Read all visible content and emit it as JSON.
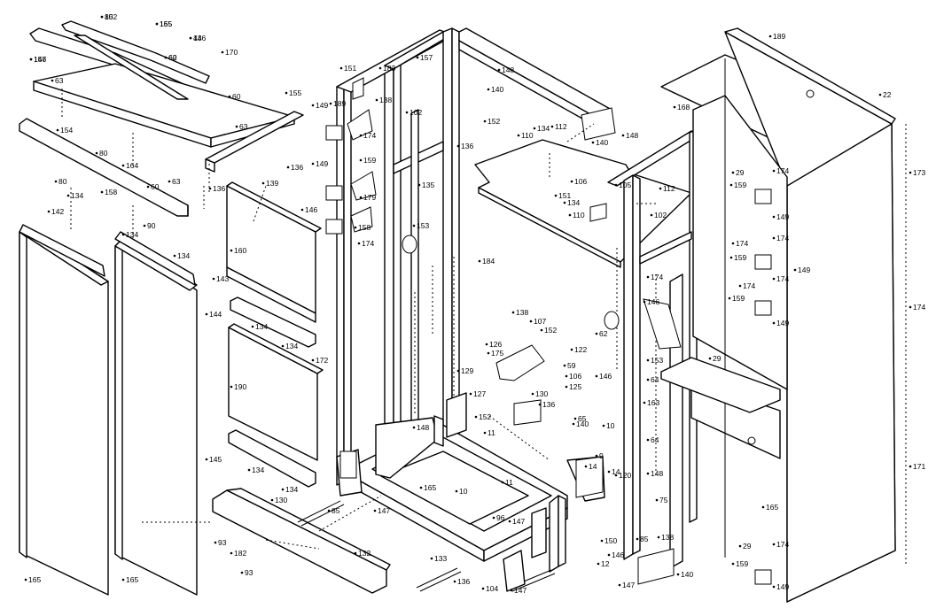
{
  "callouts": [
    "80",
    "155",
    "44",
    "157",
    "60",
    "170",
    "63",
    "60",
    "155",
    "63",
    "154",
    "80",
    "164",
    "60",
    "63",
    "158",
    "90",
    "136",
    "139",
    "136",
    "80",
    "134",
    "142",
    "134",
    "134",
    "143",
    "160",
    "144",
    "134",
    "134",
    "190",
    "172",
    "145",
    "134",
    "134",
    "130",
    "85",
    "147",
    "93",
    "182",
    "93",
    "132",
    "165",
    "165",
    "151",
    "138",
    "189",
    "174",
    "149",
    "159",
    "149",
    "146",
    "179",
    "158",
    "174",
    "102",
    "135",
    "153",
    "184",
    "183",
    "157",
    "148",
    "140",
    "152",
    "136",
    "110",
    "134",
    "112",
    "140",
    "148",
    "106",
    "151",
    "134",
    "110",
    "105",
    "112",
    "102",
    "168",
    "189",
    "22",
    "173",
    "29",
    "174",
    "159",
    "149",
    "174",
    "174",
    "159",
    "149",
    "174",
    "174",
    "159",
    "149",
    "174",
    "29",
    "165",
    "171",
    "29",
    "174",
    "159",
    "149",
    "174",
    "146",
    "62",
    "153",
    "64",
    "146",
    "163",
    "138",
    "107",
    "152",
    "175",
    "122",
    "59",
    "106",
    "125",
    "130",
    "129",
    "126",
    "127",
    "136",
    "152",
    "148",
    "140",
    "65",
    "11",
    "10",
    "165",
    "10",
    "11",
    "147",
    "133",
    "9",
    "14",
    "14",
    "96",
    "75",
    "148",
    "140",
    "136",
    "104",
    "150",
    "12",
    "138",
    "146",
    "85",
    "147",
    "120",
    "64",
    "147",
    "152",
    "165",
    "136",
    "146",
    "62"
  ],
  "assembly": {
    "name": "cabinet exploded view",
    "parts": [
      {
        "id": "160",
        "kind": "panel"
      },
      {
        "id": "165",
        "kind": "door"
      },
      {
        "id": "171",
        "kind": "side-panel"
      },
      {
        "id": "173",
        "kind": "top"
      },
      {
        "id": "182",
        "kind": "kick-plate"
      }
    ]
  }
}
